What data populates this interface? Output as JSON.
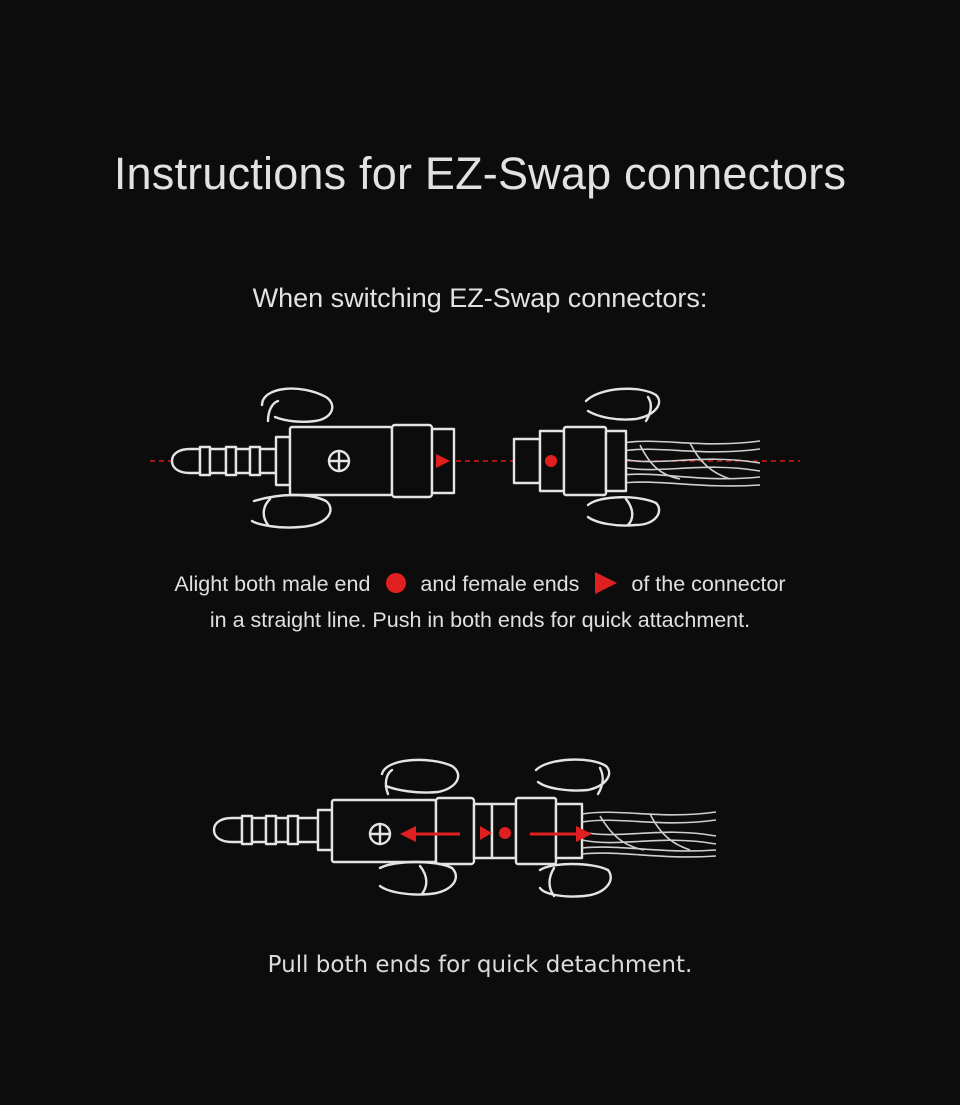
{
  "title": "Instructions for EZ-Swap connectors",
  "subtitle": "When switching EZ-Swap connectors:",
  "instruction": {
    "line1_part1": "Alight both male end",
    "line1_part2": "and female ends",
    "line1_part3": "of the connector",
    "line2": "in a straight line. Push in both ends for quick attachment."
  },
  "pull_text": "Pull both ends for quick detachment.",
  "colors": {
    "accent": "#e02020",
    "background": "#0d0c0c",
    "line": "#e4e4e4"
  },
  "icons": {
    "male_end_symbol": "red-dot-icon",
    "female_end_symbol": "red-triangle-icon"
  }
}
